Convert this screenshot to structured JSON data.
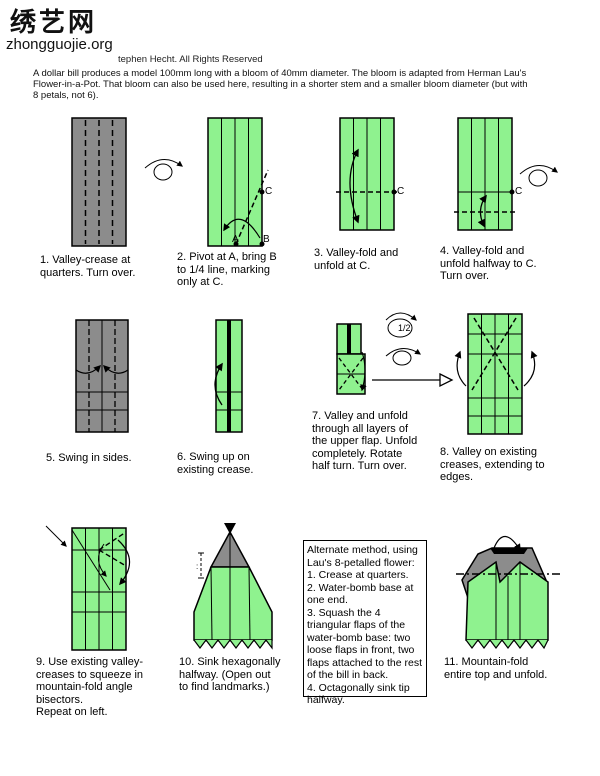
{
  "watermark": {
    "title": "绣艺网",
    "url": "zhongguojie.org"
  },
  "header": {
    "copyright": "tephen Hecht.  All Rights Reserved",
    "intro": "A dollar bill produces a model 100mm long with a bloom of 40mm diameter.  The bloom is adapted from Herman Lau's Flower-in-a-Pot.  That bloom can also be used here, resulting in a shorter stem and a smaller bloom diameter (but with 8 petals, not 6)."
  },
  "colors": {
    "paper_green": "#8ff28f",
    "paper_gray": "#8c8c8c",
    "line": "#000000"
  },
  "steps": [
    {
      "id": 1,
      "caption": "1.  Valley-crease at\nquarters.  Turn over."
    },
    {
      "id": 2,
      "caption": "2.  Pivot at A, bring B\nto 1/4 line, marking\nonly at C.",
      "labels": [
        "A",
        "B",
        "C"
      ]
    },
    {
      "id": 3,
      "caption": "3.  Valley-fold and\nunfold at C.",
      "labels": [
        "C"
      ]
    },
    {
      "id": 4,
      "caption": "4.  Valley-fold and\nunfold halfway to C.\nTurn over.",
      "labels": [
        "C"
      ]
    },
    {
      "id": 5,
      "caption": "5.  Swing in sides."
    },
    {
      "id": 6,
      "caption": "6.  Swing up on\nexisting crease."
    },
    {
      "id": 7,
      "caption": "7.  Valley and unfold\nthrough all layers of\nthe upper flap.  Unfold\ncompletely.  Rotate\nhalf turn.  Turn over.",
      "labels": [
        "1/2"
      ]
    },
    {
      "id": 8,
      "caption": "8.  Valley on existing\ncreases, extending to\nedges."
    },
    {
      "id": 9,
      "caption": "9.  Use existing valley-\ncreases to squeeze in\nmountain-fold angle\nbisectors.\nRepeat on left."
    },
    {
      "id": 10,
      "caption": "10.  Sink hexagonally\nhalfway.  (Open out\nto find landmarks.)"
    },
    {
      "id": 11,
      "caption": "11.  Mountain-fold\nentire top and unfold."
    }
  ],
  "alternate": {
    "title": "Alternate method, using Lau's 8-petalled flower:",
    "items": [
      "1. Crease at quarters.",
      "2. Water-bomb base at one end.",
      "3. Squash the 4 triangular flaps of the water-bomb base:  two loose flaps in front, two flaps attached to the rest of the bill in back.",
      "4. Octagonally sink tip halfway."
    ]
  }
}
